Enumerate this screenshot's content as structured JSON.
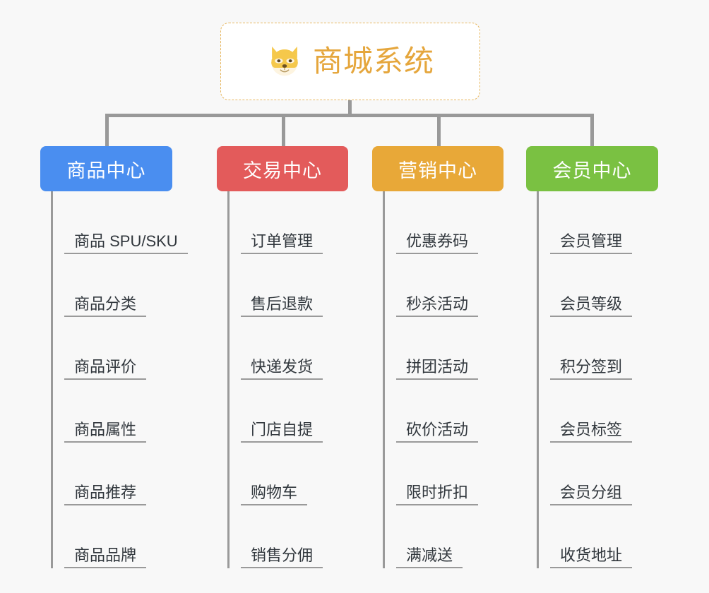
{
  "root": {
    "title": "商城系统",
    "icon": "shiba-dog-icon",
    "border_color": "#e8b860",
    "text_color": "#e5a63c",
    "background": "#ffffff"
  },
  "canvas": {
    "background": "#f8f8f8",
    "connector_color": "#999999"
  },
  "branches": [
    {
      "label": "商品中心",
      "color": "#4a8ef0",
      "items": [
        "商品 SPU/SKU",
        "商品分类",
        "商品评价",
        "商品属性",
        "商品推荐",
        "商品品牌"
      ]
    },
    {
      "label": "交易中心",
      "color": "#e35b5b",
      "items": [
        "订单管理",
        "售后退款",
        "快递发货",
        "门店自提",
        "购物车",
        "销售分佣"
      ]
    },
    {
      "label": "营销中心",
      "color": "#e8a838",
      "items": [
        "优惠券码",
        "秒杀活动",
        "拼团活动",
        "砍价活动",
        "限时折扣",
        "满减送"
      ]
    },
    {
      "label": "会员中心",
      "color": "#7ac142",
      "items": [
        "会员管理",
        "会员等级",
        "积分签到",
        "会员标签",
        "会员分组",
        "收货地址"
      ]
    }
  ]
}
